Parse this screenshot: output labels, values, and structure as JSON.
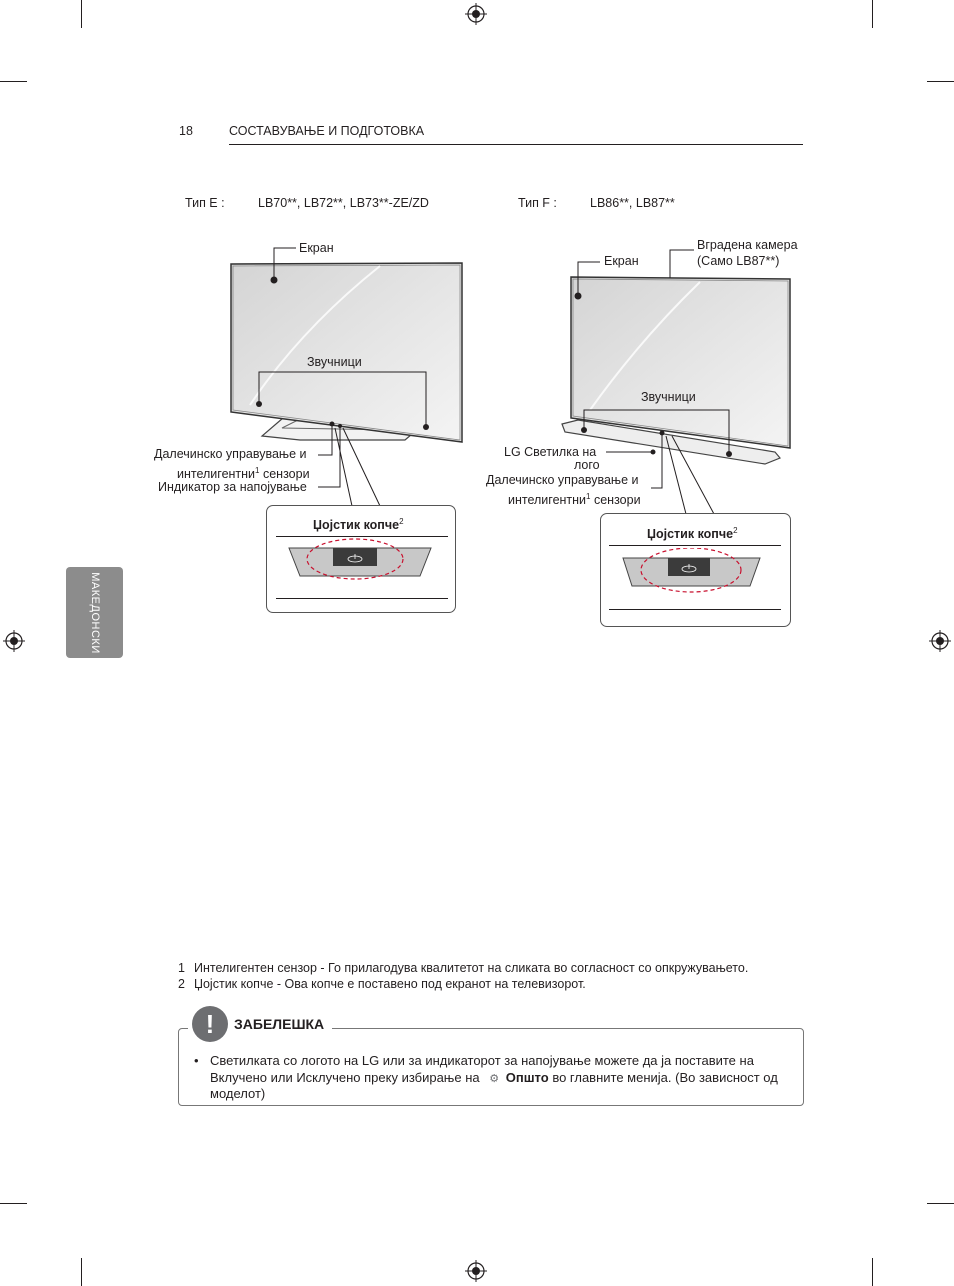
{
  "header": {
    "page_number": "18",
    "section_title": "СОСТАВУВАЊЕ И ПОДГОТОВКА"
  },
  "side_tab": {
    "label": "МАКЕДОНСКИ"
  },
  "type_e": {
    "label": "Тип E :",
    "models": "LB70**, LB72**, LB73**-ZE/ZD",
    "screen": "Екран",
    "speakers": "Звучници",
    "remote_line1": "Далечинско управување и",
    "remote_line2": "интелигентни",
    "remote_sup": "1",
    "remote_line2_end": " сензори",
    "power_indicator": "Индикатор за напојување",
    "joystick": "Џојстик копче",
    "joystick_sup": "2"
  },
  "type_f": {
    "label": "Тип F :",
    "models": "LB86**, LB87**",
    "screen": "Екран",
    "camera_line1": "Вградена камера",
    "camera_line2": "(Само LB87**)",
    "speakers": "Звучници",
    "lg_light_line1": "LG Светилка на",
    "lg_light_line2": "лого",
    "remote_line1": "Далечинско управување и",
    "remote_line2": "интелигентни",
    "remote_sup": "1",
    "remote_line2_end": " сензори",
    "joystick": "Џојстик копче",
    "joystick_sup": "2"
  },
  "footnotes": [
    {
      "num": "1",
      "text": "Интелигентен сензор - Го прилагодува квалитетот на сликата во согласност со опкружувањето."
    },
    {
      "num": "2",
      "text": "Џојстик копче - Ова копче е поставено под екранот на телевизорот."
    }
  ],
  "note": {
    "icon_glyph": "!",
    "title": "ЗАБЕЛЕШКА",
    "bullet": "•",
    "line1": "Светилката со логото на LG или за индикаторот за напојување можете да ја поставите на",
    "line2_start": "Вклучено или Исклучено преку избирање на",
    "menu_icon": "⚙",
    "menu_bold": "Општо",
    "line2_end": "во главните менија. (Во зависност од",
    "line3": "моделот)"
  }
}
